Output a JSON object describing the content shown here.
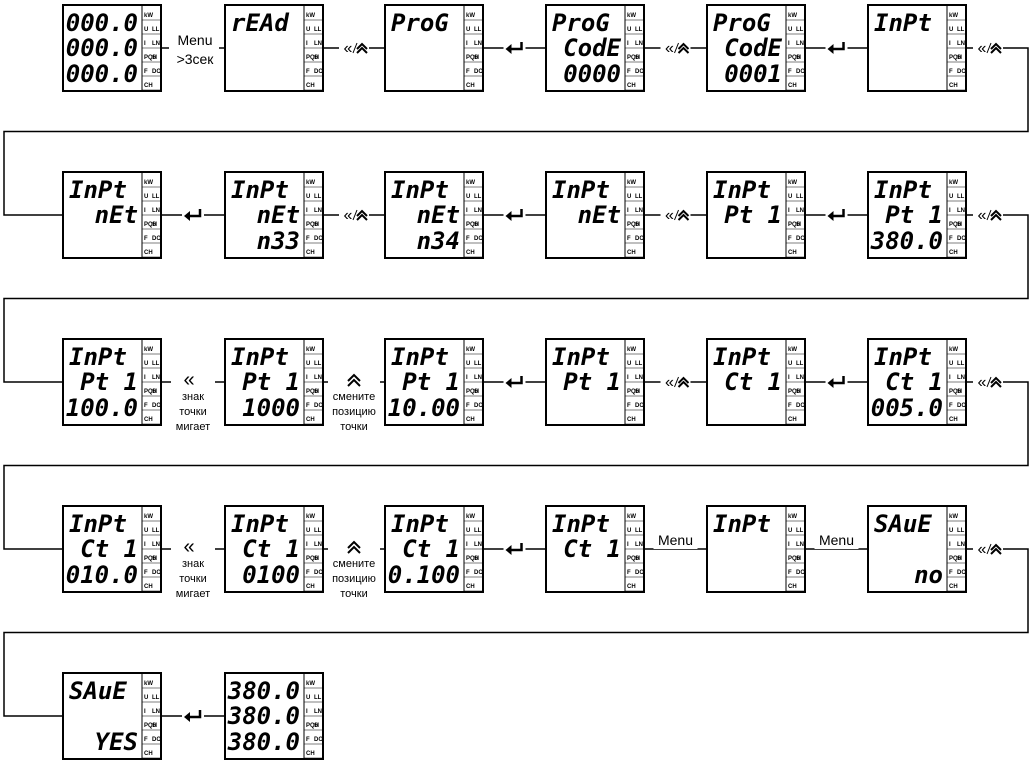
{
  "side_indicators": [
    "kW",
    "U",
    "I",
    "PQH",
    "F",
    "CH"
  ],
  "side_indicators_right": [
    "",
    "LL",
    "LN",
    "S",
    "DO",
    ""
  ],
  "menu_label": "Menu",
  "long_press_label": ">3сек",
  "point_blinks_label": [
    "знак",
    "точки",
    "мигает"
  ],
  "change_point_label": [
    "смените",
    "позицию",
    "точки"
  ],
  "screens": [
    {
      "lines": [
        "000.0",
        "000.0",
        "000.0"
      ]
    },
    {
      "lines": [
        "rEAd",
        "",
        ""
      ]
    },
    {
      "lines": [
        "ProG",
        "",
        ""
      ]
    },
    {
      "lines": [
        "ProG",
        "CodE",
        "0000"
      ]
    },
    {
      "lines": [
        "ProG",
        "CodE",
        "0001"
      ]
    },
    {
      "lines": [
        "InPt",
        "",
        ""
      ]
    },
    {
      "lines": [
        "InPt",
        "nEt",
        ""
      ]
    },
    {
      "lines": [
        "InPt",
        "nEt",
        "n33"
      ]
    },
    {
      "lines": [
        "InPt",
        "nEt",
        "n34"
      ]
    },
    {
      "lines": [
        "InPt",
        "nEt",
        ""
      ]
    },
    {
      "lines": [
        "InPt",
        "Pt 1",
        ""
      ]
    },
    {
      "lines": [
        "InPt",
        "Pt 1",
        "380.0"
      ]
    },
    {
      "lines": [
        "InPt",
        "Pt 1",
        "100.0"
      ]
    },
    {
      "lines": [
        "InPt",
        "Pt 1",
        "1000"
      ]
    },
    {
      "lines": [
        "InPt",
        "Pt 1",
        "10.00"
      ]
    },
    {
      "lines": [
        "InPt",
        "Pt 1",
        ""
      ]
    },
    {
      "lines": [
        "InPt",
        "Ct 1",
        ""
      ]
    },
    {
      "lines": [
        "InPt",
        "Ct 1",
        "005.0"
      ]
    },
    {
      "lines": [
        "InPt",
        "Ct 1",
        "010.0"
      ]
    },
    {
      "lines": [
        "InPt",
        "Ct 1",
        "0100"
      ]
    },
    {
      "lines": [
        "InPt",
        "Ct 1",
        "0.100"
      ]
    },
    {
      "lines": [
        "InPt",
        "Ct 1",
        ""
      ]
    },
    {
      "lines": [
        "InPt",
        "",
        ""
      ]
    },
    {
      "lines": [
        "SAuE",
        "",
        "no"
      ]
    },
    {
      "lines": [
        "SAuE",
        "",
        "YES"
      ]
    },
    {
      "lines": [
        "380.0",
        "380.0",
        "380.0"
      ]
    }
  ],
  "connectors": [
    {
      "from": 0,
      "kind": "menu-long"
    },
    {
      "from": 1,
      "kind": "nav"
    },
    {
      "from": 2,
      "kind": "enter"
    },
    {
      "from": 3,
      "kind": "nav"
    },
    {
      "from": 4,
      "kind": "enter"
    },
    {
      "from": 5,
      "kind": "nav"
    },
    {
      "from": 6,
      "kind": "enter"
    },
    {
      "from": 7,
      "kind": "nav"
    },
    {
      "from": 8,
      "kind": "enter"
    },
    {
      "from": 9,
      "kind": "nav"
    },
    {
      "from": 10,
      "kind": "enter"
    },
    {
      "from": 11,
      "kind": "nav"
    },
    {
      "from": 12,
      "kind": "left-blink"
    },
    {
      "from": 13,
      "kind": "up-change"
    },
    {
      "from": 14,
      "kind": "enter"
    },
    {
      "from": 15,
      "kind": "nav"
    },
    {
      "from": 16,
      "kind": "enter"
    },
    {
      "from": 17,
      "kind": "nav"
    },
    {
      "from": 18,
      "kind": "left-blink"
    },
    {
      "from": 19,
      "kind": "up-change"
    },
    {
      "from": 20,
      "kind": "enter"
    },
    {
      "from": 21,
      "kind": "menu"
    },
    {
      "from": 22,
      "kind": "menu"
    },
    {
      "from": 23,
      "kind": "nav"
    },
    {
      "from": 24,
      "kind": "enter"
    }
  ]
}
